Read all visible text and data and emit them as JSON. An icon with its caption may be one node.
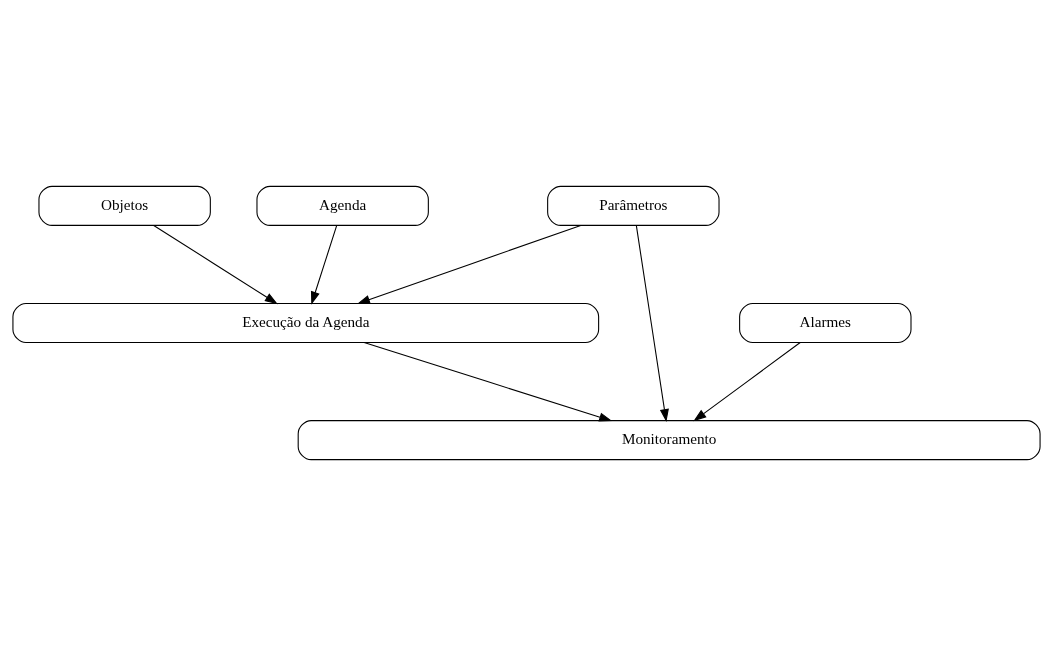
{
  "diagram": {
    "nodes": [
      {
        "text": [
          "Objetos"
        ]
      },
      {
        "text": [
          "Agenda"
        ]
      },
      {
        "text": [
          "Parâmetros"
        ]
      },
      {
        "text": [
          "Execução da Agenda"
        ]
      },
      {
        "text": [
          "Alarmes"
        ]
      },
      {
        "text": [
          "Monitoramento"
        ]
      }
    ],
    "edges": [
      {
        "from": 0,
        "to": 3,
        "arrow": "to"
      },
      {
        "from": 1,
        "to": 3,
        "arrow": "to"
      },
      {
        "from": 2,
        "to": 3,
        "arrow": "to"
      },
      {
        "from": 3,
        "to": 5,
        "arrow": "to"
      },
      {
        "from": 4,
        "to": 5,
        "arrow": "to"
      },
      {
        "from": 2,
        "to": 5,
        "arrow": "to"
      }
    ]
  }
}
